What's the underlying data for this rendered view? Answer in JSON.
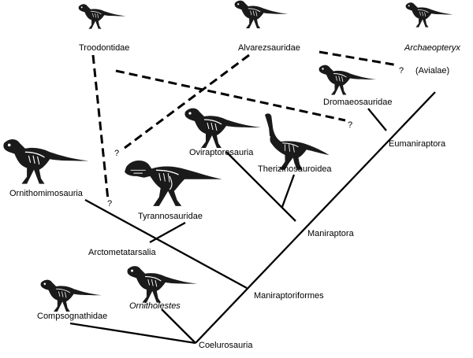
{
  "taxa": {
    "troodontidae": "Troodontidae",
    "alvarezsauridae": "Alvarezsauridae",
    "archaeopteryx": "Archaeopteryx",
    "avialae": "(Avialae)",
    "dromaeosauridae": "Dromaeosauridae",
    "eumaniraptora": "Eumaniraptora",
    "oviraptorosauria": "Oviraptorosauria",
    "therizinosauroidea": "Therizinosauroidea",
    "ornithomimosauria": "Ornithomimosauria",
    "tyrannosauridae": "Tyrannosauridae",
    "maniraptora": "Maniraptora",
    "arctometatarsalia": "Arctometatarsalia",
    "maniraptoriformes": "Maniraptoriformes",
    "compsognathidae": "Compsognathidae",
    "ornitholestes": "Ornitholestes",
    "coelurosauria": "Coelurosauria"
  },
  "uncertain_marker": "?",
  "colors": {
    "line": "#000000",
    "skeleton": "#1a1a1a",
    "bone": "#ffffff"
  },
  "silhouettes": [
    "troodontid-skeleton-icon",
    "alvarezsaurid-skeleton-icon",
    "archaeopteryx-skeleton-icon",
    "dromaeosaurid-skeleton-icon",
    "oviraptorosaur-skeleton-icon",
    "therizinosaur-skeleton-icon",
    "ornithomimosaur-skeleton-icon",
    "tyrannosaurid-skeleton-icon",
    "compsognathid-skeleton-icon",
    "ornitholestes-skeleton-icon"
  ]
}
